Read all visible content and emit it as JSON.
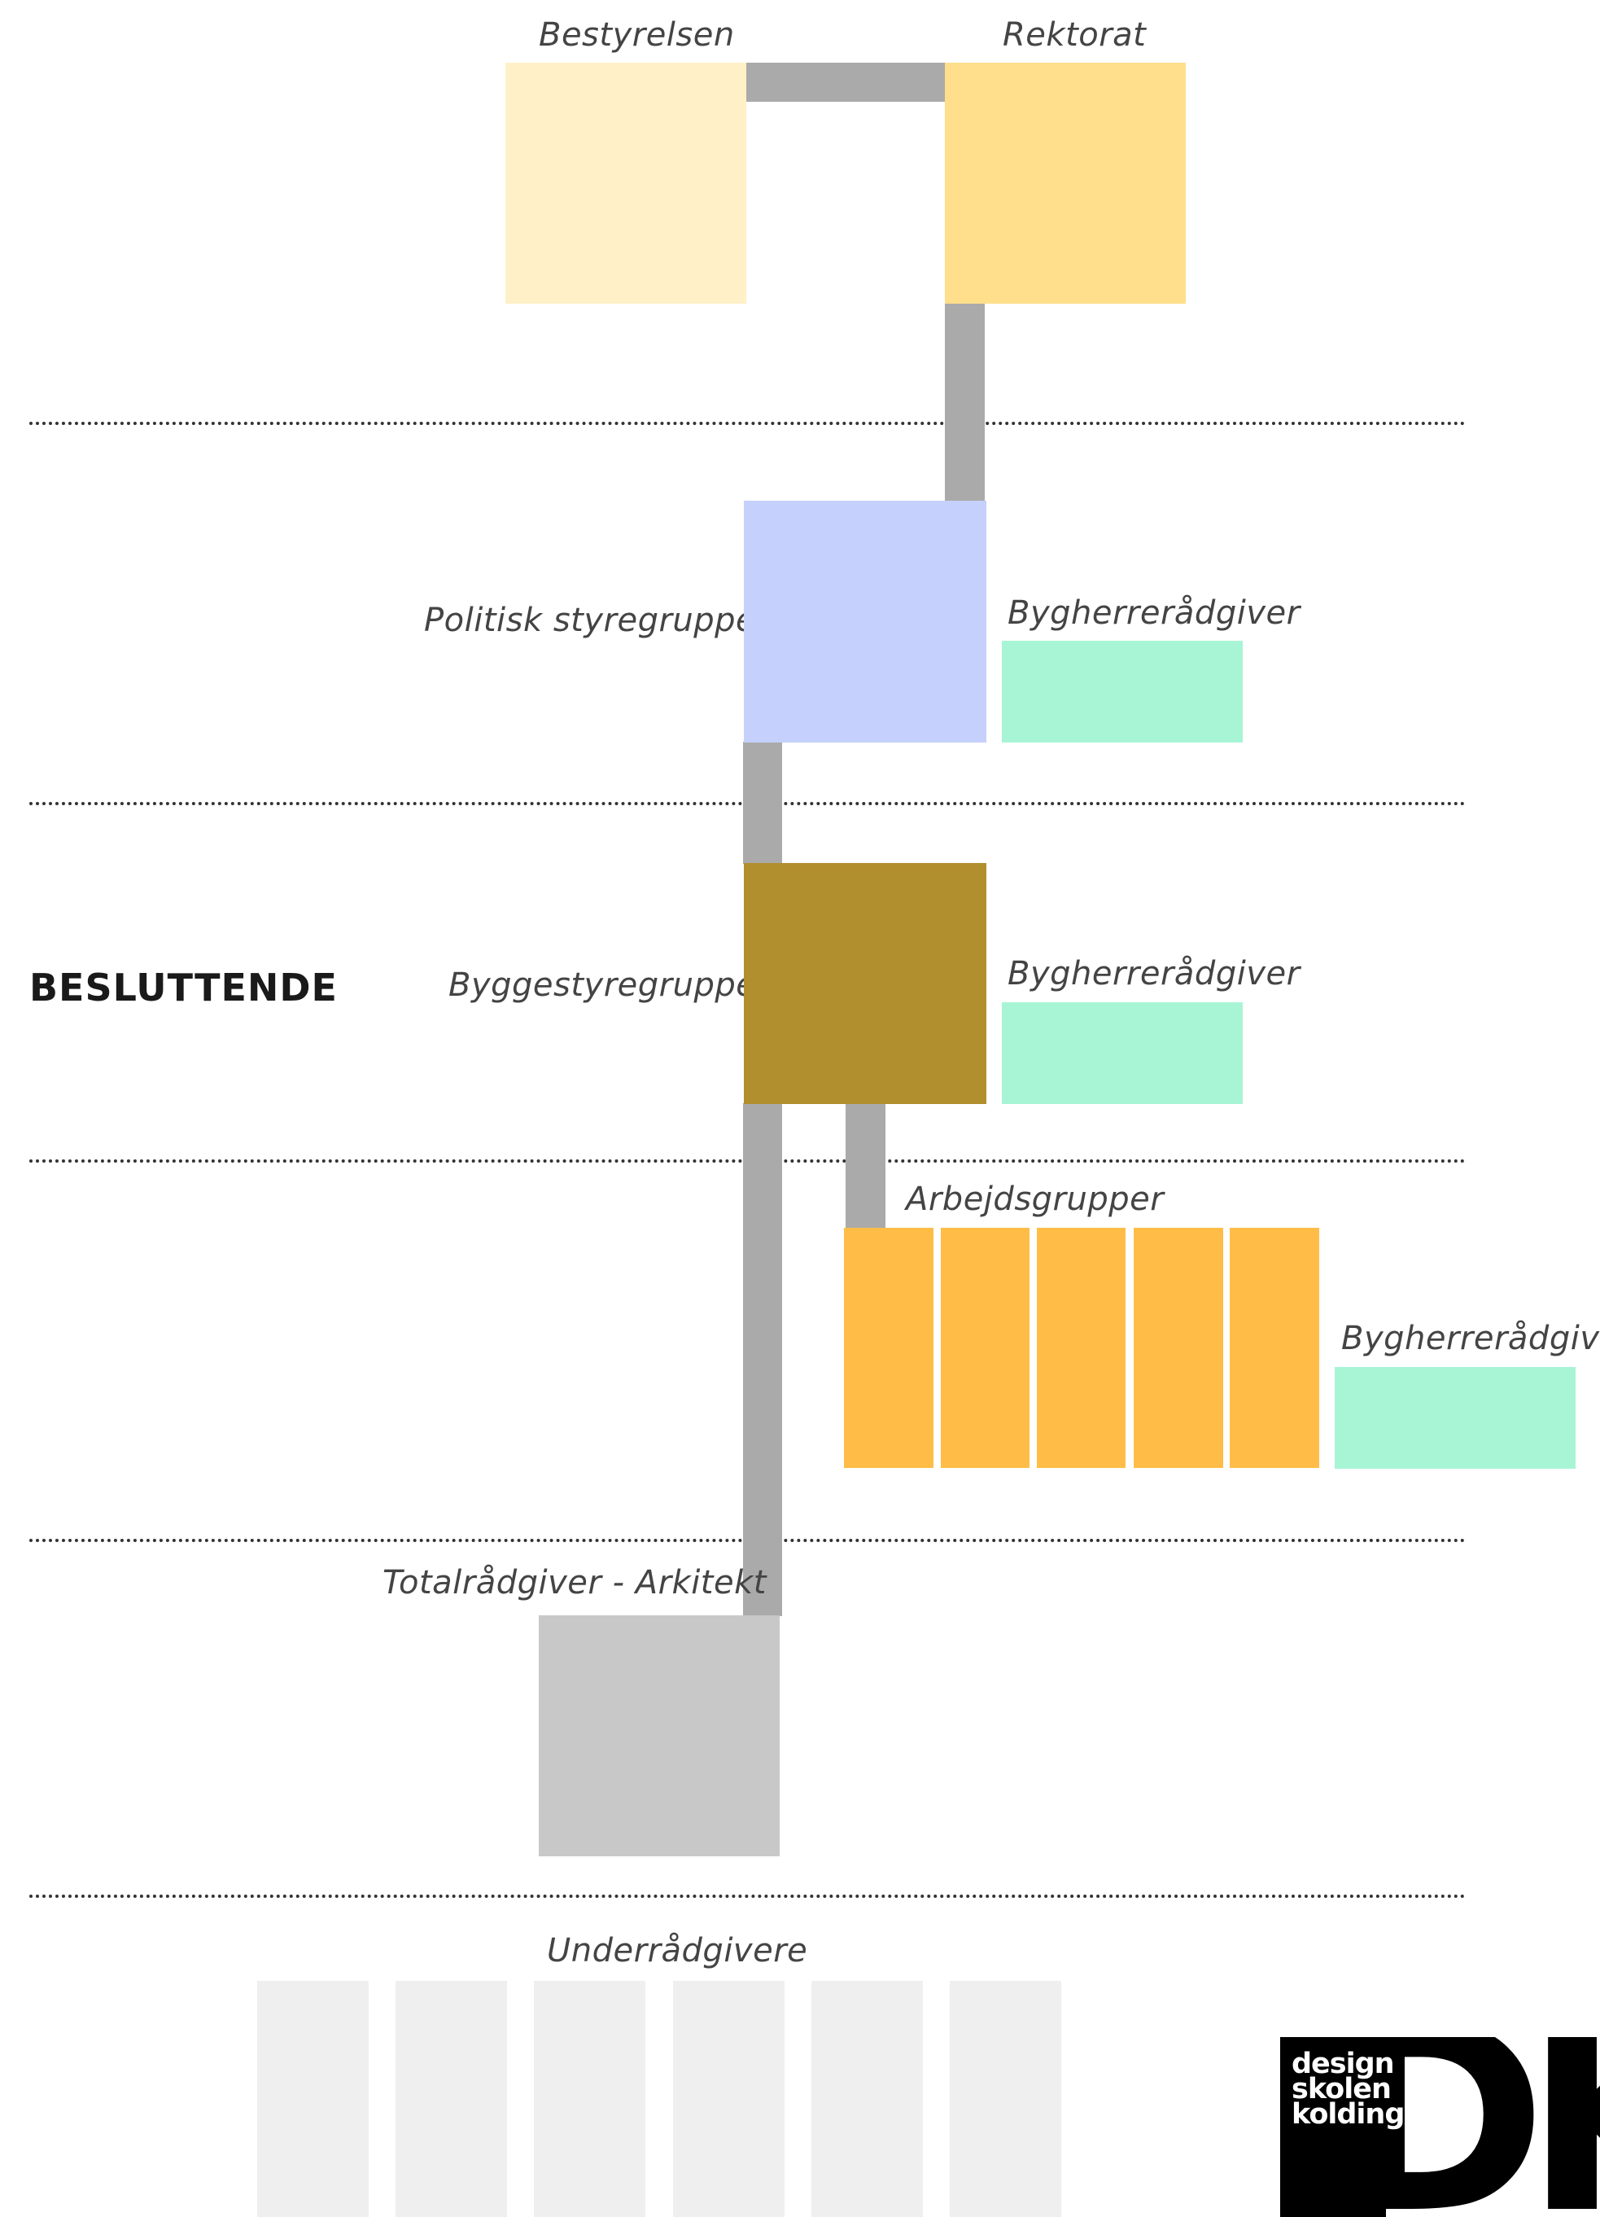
{
  "labels": {
    "bestyrelsen": "Bestyrelsen",
    "rektorat": "Rektorat",
    "politisk_styregruppe": "Politisk styregruppe",
    "bygherreraadgiver_1": "Bygherrerådgiver",
    "byggestyregruppe": "Byggestyregruppe",
    "bygherreraadgiver_2": "Bygherrerådgiver",
    "arbejdsgrupper": "Arbejdsgrupper",
    "bygherreraadgiver_3": "Bygherrerådgiver",
    "totalraadgiver": "Totalrådgiver - Arkitekt",
    "underraadgivere": "Underrådgivere"
  },
  "section_heading": "BESLUTTENDE",
  "logo": {
    "line1": "design",
    "line2": "skolen",
    "line3": "kolding",
    "mark": "DK"
  },
  "colors": {
    "bestyrelsen": "#fff0c7",
    "rektorat": "#ffdf8c",
    "politisk_styregruppe": "#c5d0fc",
    "bygherreraadgiver": "#a8f5d6",
    "byggestyregruppe": "#b18e2e",
    "arbejdsgrupper": "#ffbd48",
    "totalraadgiver": "#c8c8c8",
    "underraadgivere": "#efefef",
    "connector": "#aaaaaa"
  }
}
